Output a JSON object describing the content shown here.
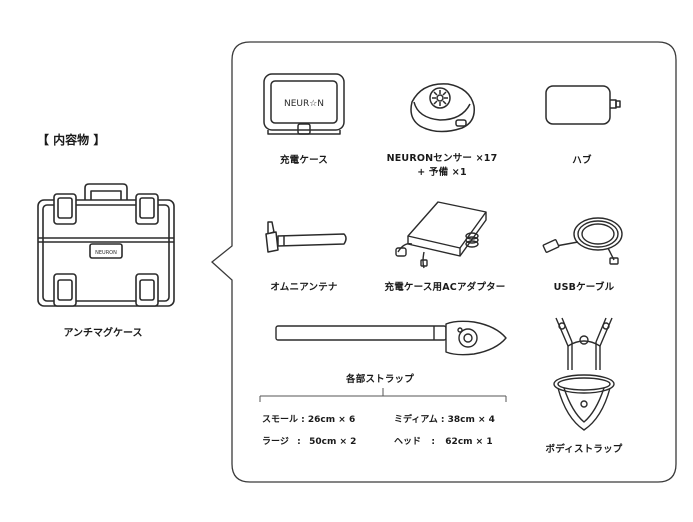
{
  "header": {
    "title": "【 内容物 】"
  },
  "case": {
    "label": "アンチマグケース",
    "logo_text": "NEURON"
  },
  "items": {
    "charging_case": {
      "label": "充電ケース",
      "logo_text": "NEUR☆N"
    },
    "sensor": {
      "label_line1": "NEURONセンサー ×17",
      "label_line2": "+ 予備 ×1"
    },
    "hub": {
      "label": "ハブ"
    },
    "antenna": {
      "label": "オムニアンテナ"
    },
    "adapter": {
      "label": "充電ケース用ACアダプター"
    },
    "usb": {
      "label": "USBケーブル"
    },
    "strap": {
      "label": "各部ストラップ"
    },
    "body_strap": {
      "label": "ボディストラップ"
    }
  },
  "strap_specs": {
    "small": {
      "name": "スモール",
      "value": "26cm × 6"
    },
    "middle": {
      "name": "ミディアム",
      "value": "38cm × 4"
    },
    "large": {
      "name": "ラージ",
      "value": "50cm × 2"
    },
    "head": {
      "name": "ヘッド",
      "value": "62cm × 1"
    }
  },
  "colors": {
    "line": "#2b2b2b",
    "panel_border": "#3a3a3a",
    "background": "#ffffff"
  }
}
